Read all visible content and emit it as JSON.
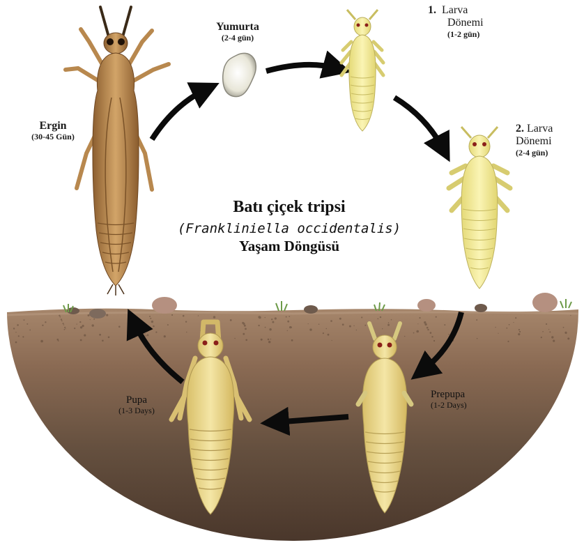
{
  "title": {
    "main": "Batı çiçek tripsi",
    "scientific": "(Frankliniella occidentalis)",
    "subtitle": "Yaşam Döngüsü"
  },
  "stages": {
    "egg": {
      "name": "Yumurta",
      "duration": "(2-4 gün)"
    },
    "larva1": {
      "number": "1.",
      "name_line1": "Larva",
      "name_line2": "Dönemi",
      "duration": "(1-2 gün)"
    },
    "larva2": {
      "number": "2.",
      "name_line1": "Larva",
      "name_line2": "Dönemi",
      "duration": "(2-4 gün)"
    },
    "prepupa": {
      "name": "Prepupa",
      "duration": "(1-2 Days)"
    },
    "pupa": {
      "name": "Pupa",
      "duration": "(1-3 Days)"
    },
    "adult": {
      "name": "Ergin",
      "duration": "(30-45 Gün)"
    }
  },
  "colors": {
    "soil_top": "#9a7a62",
    "soil_bottom": "#4f3b2e",
    "larva_fill": "#f3ec9a",
    "adult_fill": "#b88a50",
    "arrow": "#0b0b0b"
  }
}
